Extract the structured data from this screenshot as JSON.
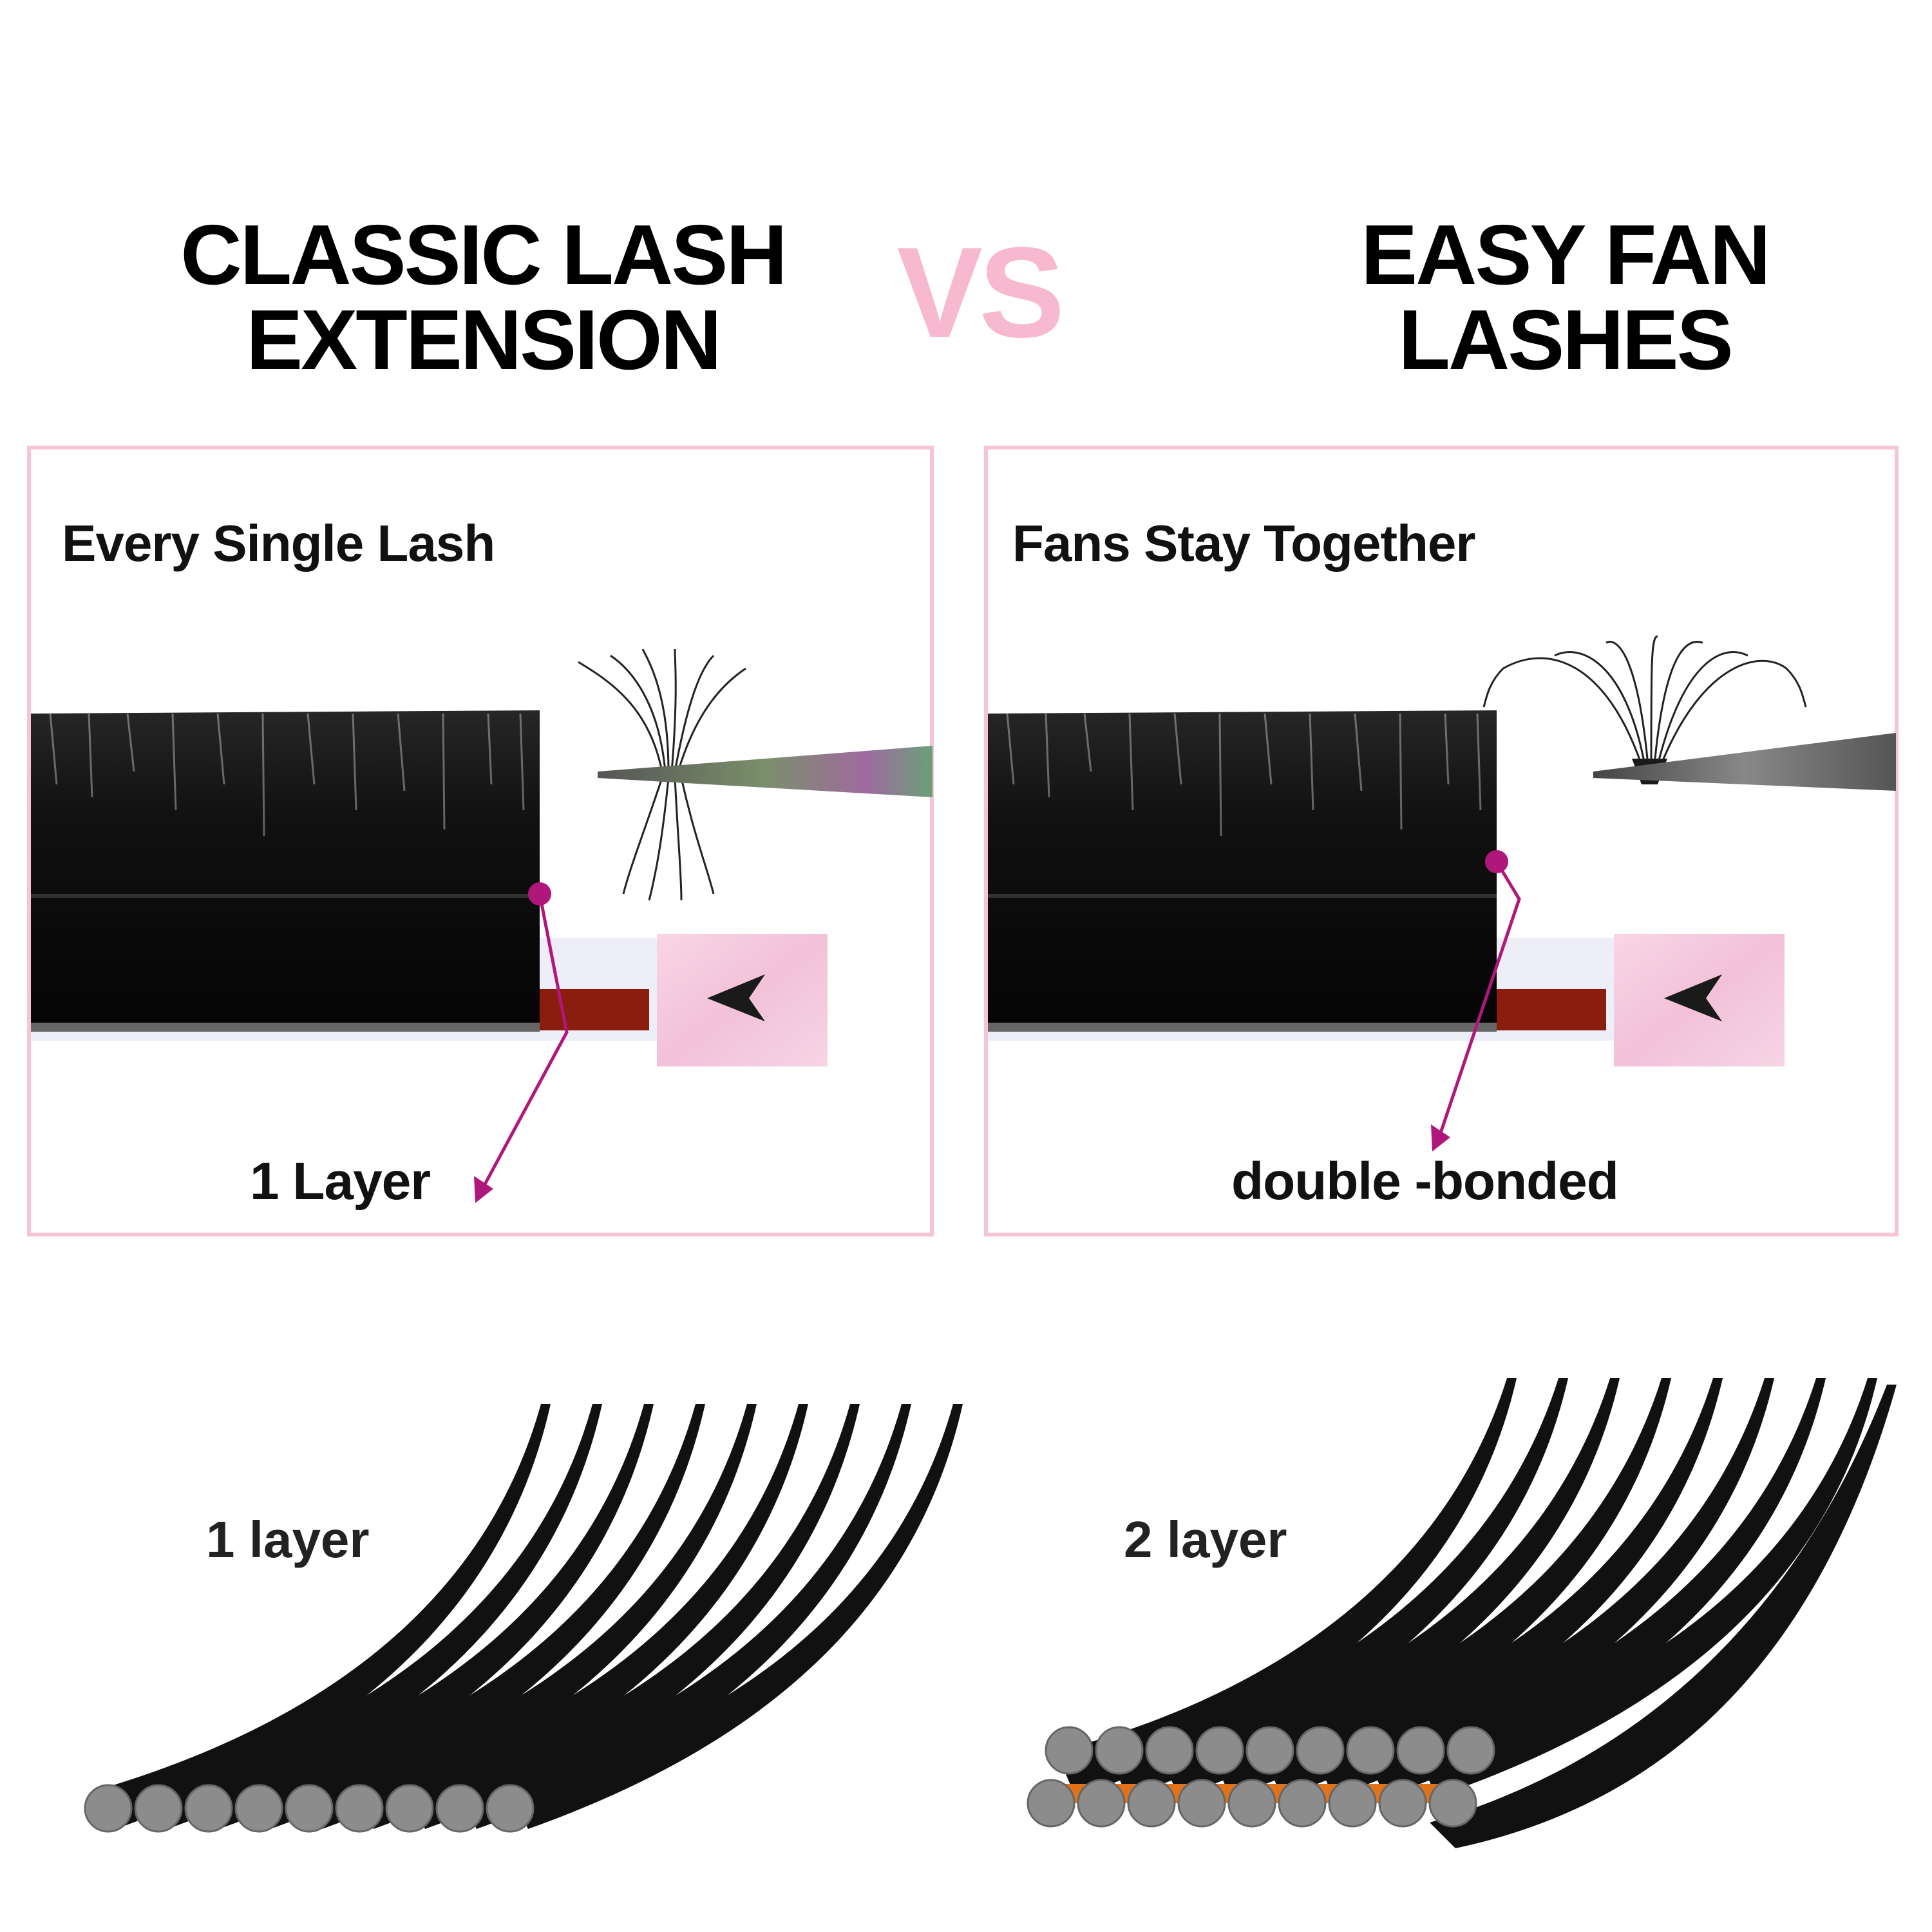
{
  "header": {
    "left_title_line1": "CLASSIC LASH",
    "left_title_line2": "EXTENSION",
    "vs": "VS",
    "right_title_line1": "EASY FAN",
    "right_title_line2": "LASHES"
  },
  "left_panel": {
    "heading": "Every Single Lash",
    "caption": "1 Layer"
  },
  "right_panel": {
    "heading": "Fans Stay Together",
    "caption": "double -bonded"
  },
  "diagrams": {
    "left_label": "1 layer",
    "right_label": "2 layer"
  },
  "colors": {
    "accent_pink": "#f7b9cf",
    "border_pink": "#f5c5d5",
    "pointer_magenta": "#b0177a",
    "strip_red": "#8a1d0e",
    "glue_orange": "#e0731a",
    "lash_cross_section": "#8c8c8c"
  }
}
